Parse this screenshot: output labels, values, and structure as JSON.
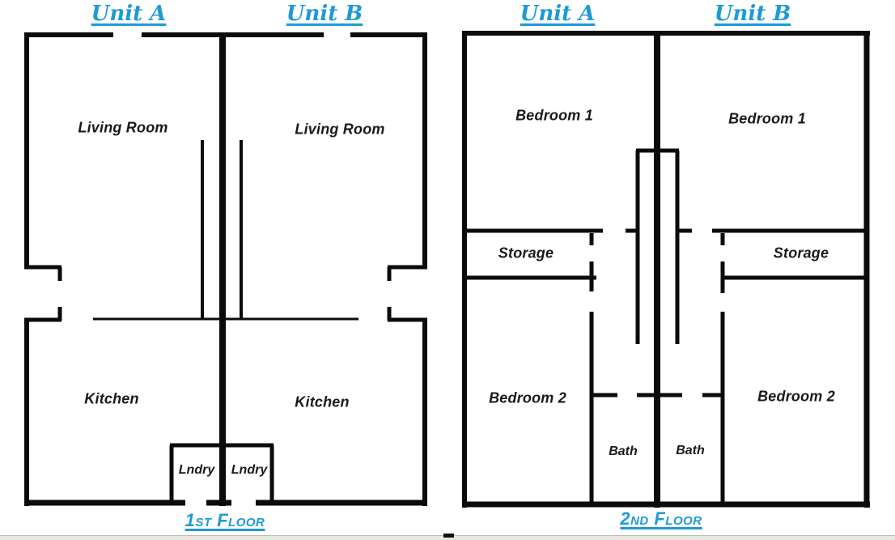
{
  "colors": {
    "accent": "#1e9ad6",
    "wall": "#0b0b0b",
    "text": "#1a1a1a"
  },
  "floor1": {
    "unit_a": "Unit A",
    "unit_b": "Unit B",
    "living_a": "Living Room",
    "living_b": "Living Room",
    "kitchen_a": "Kitchen",
    "kitchen_b": "Kitchen",
    "laundry_a": "Lndry",
    "laundry_b": "Lndry",
    "caption": "1st Floor"
  },
  "floor2": {
    "unit_a": "Unit A",
    "unit_b": "Unit B",
    "bedroom1_a": "Bedroom 1",
    "bedroom1_b": "Bedroom 1",
    "storage_a": "Storage",
    "storage_b": "Storage",
    "bedroom2_a": "Bedroom 2",
    "bedroom2_b": "Bedroom 2",
    "bath_a": "Bath",
    "bath_b": "Bath",
    "caption": "2nd Floor"
  }
}
